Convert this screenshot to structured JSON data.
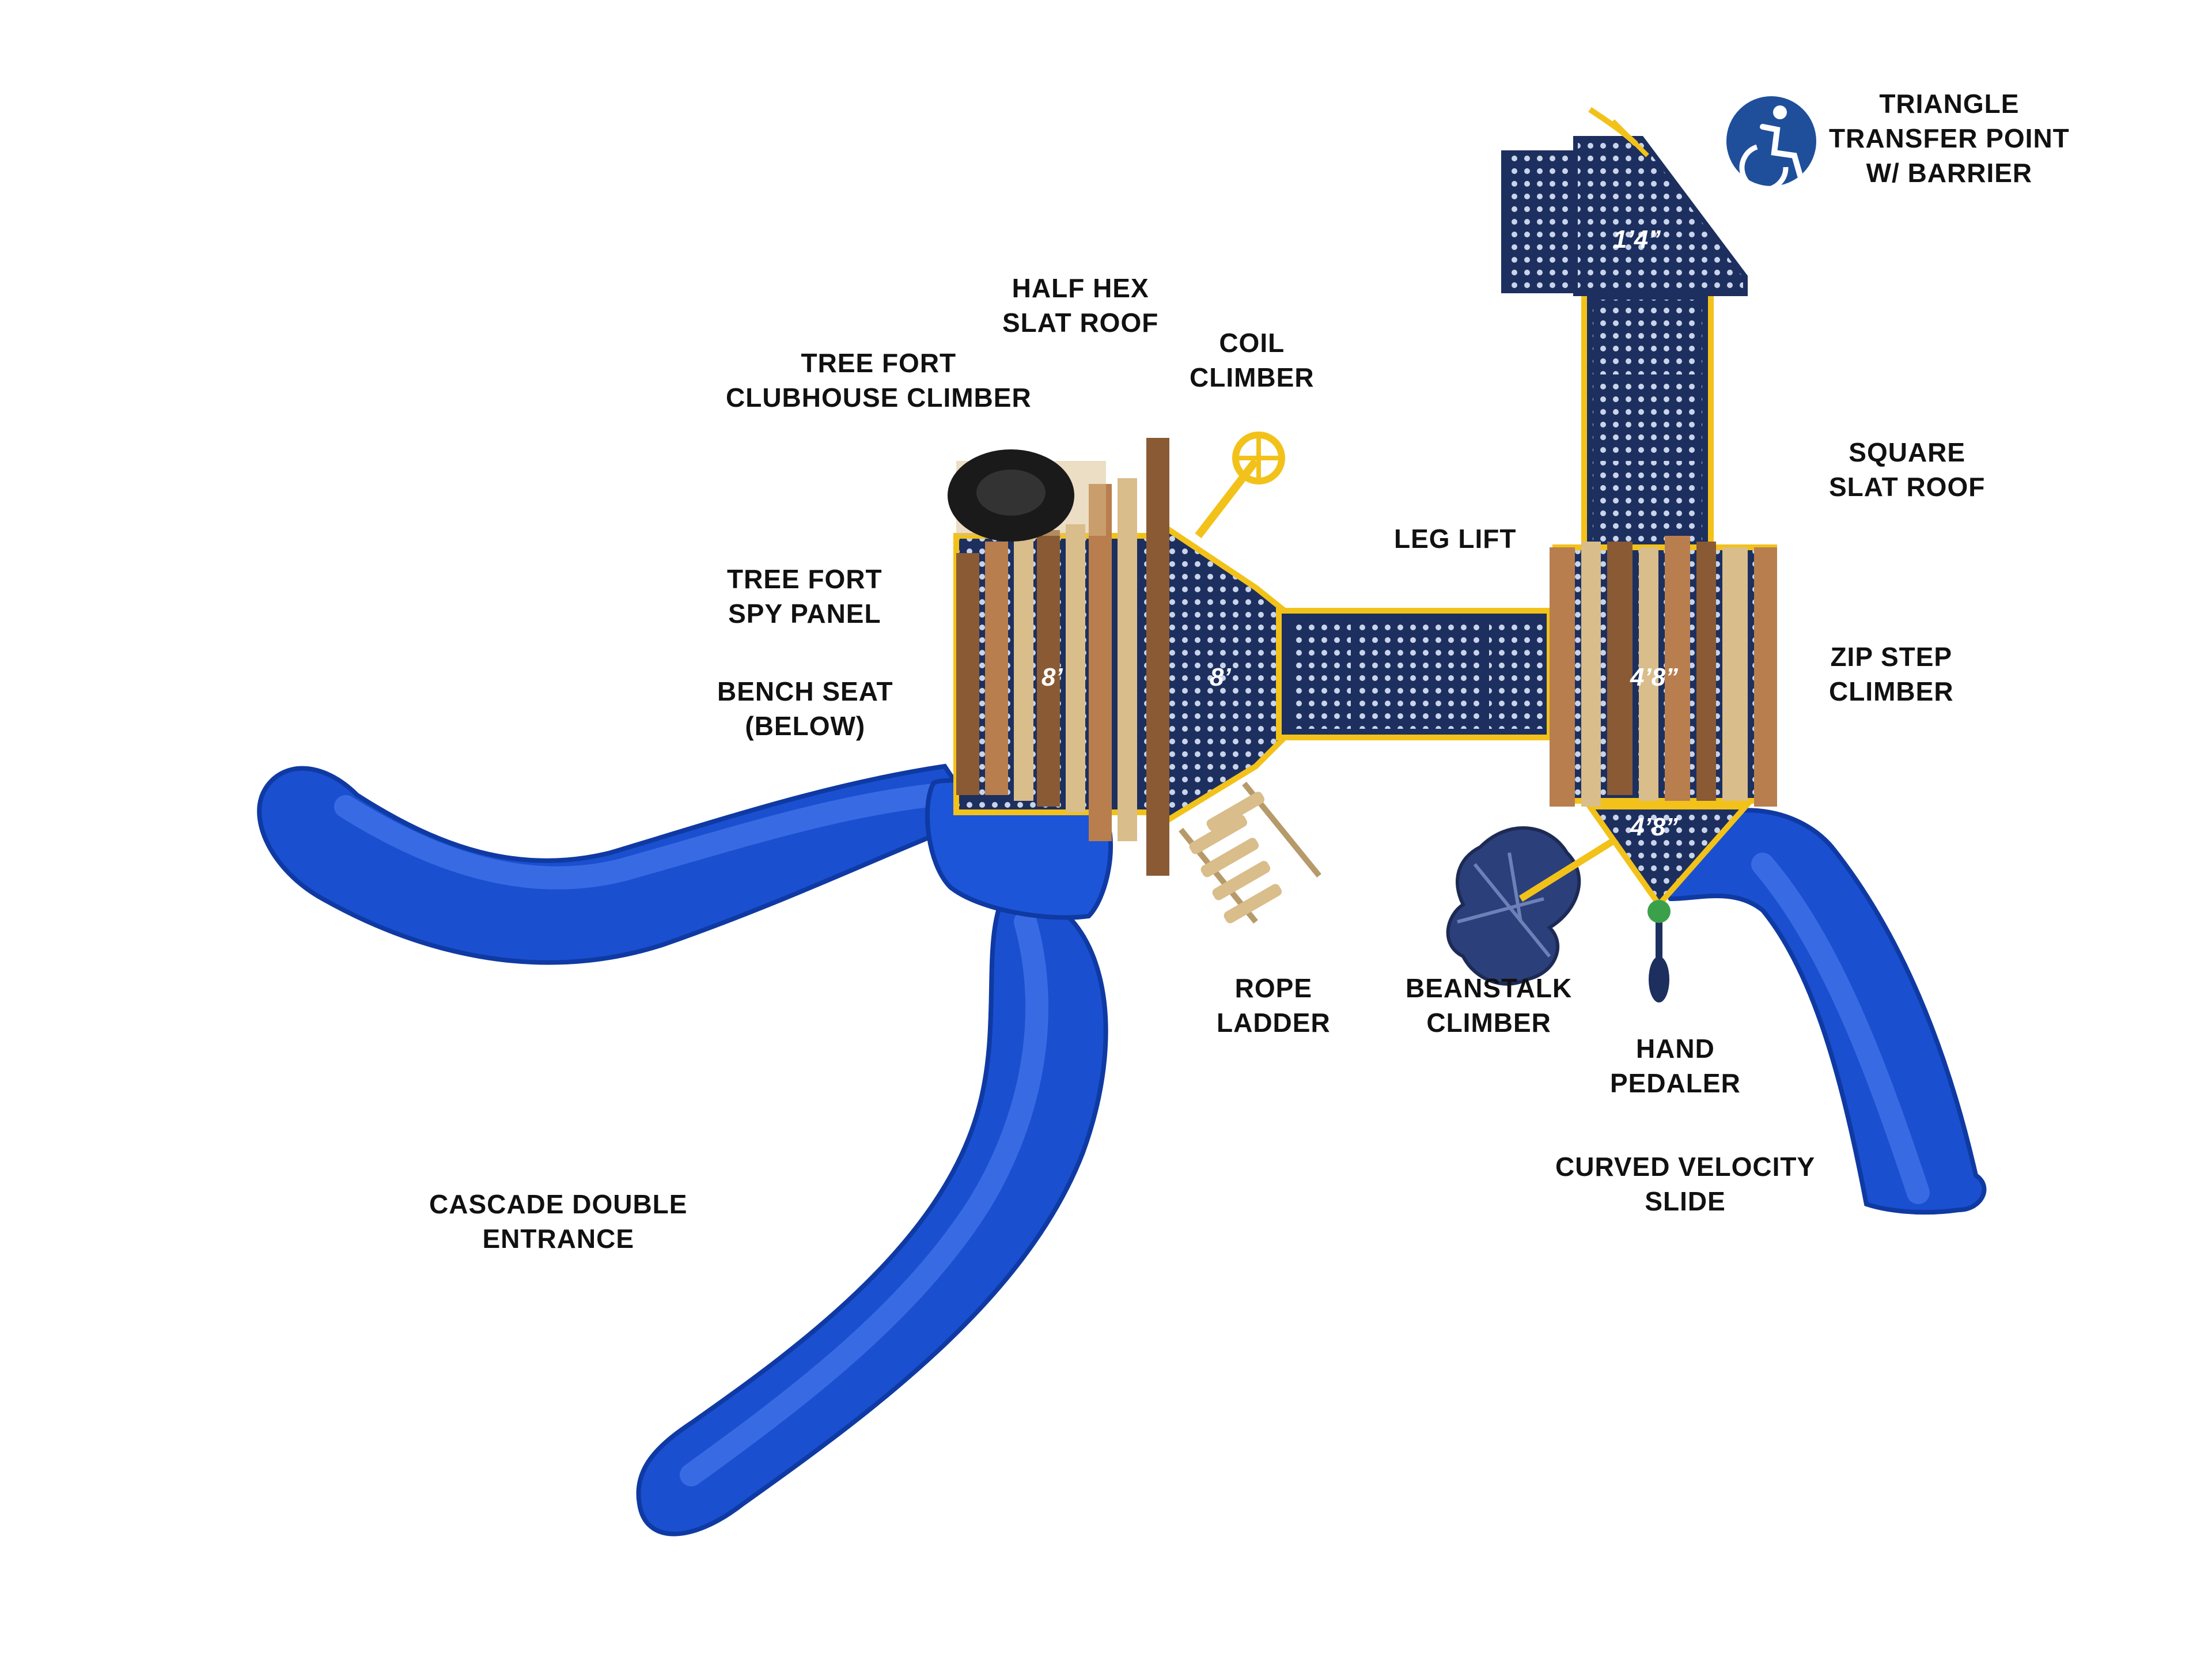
{
  "labels": {
    "half_hex_slat_roof": [
      "HALF HEX",
      "SLAT ROOF"
    ],
    "tree_fort_clubhouse_climber": [
      "TREE FORT",
      "CLUBHOUSE CLIMBER"
    ],
    "coil_climber": [
      "COIL",
      "CLIMBER"
    ],
    "tree_fort_spy_panel": [
      "TREE FORT",
      "SPY PANEL"
    ],
    "bench_seat": [
      "BENCH SEAT",
      "(BELOW)"
    ],
    "leg_lift": [
      "LEG LIFT"
    ],
    "square_slat_roof": [
      "SQUARE",
      "SLAT ROOF"
    ],
    "zip_step_climber": [
      "ZIP STEP",
      "CLIMBER"
    ],
    "triangle_transfer_point": [
      "TRIANGLE",
      "TRANSFER POINT",
      "W/ BARRIER"
    ],
    "rope_ladder": [
      "ROPE",
      "LADDER"
    ],
    "beanstalk_climber": [
      "BEANSTALK",
      "CLIMBER"
    ],
    "hand_pedaler": [
      "HAND",
      "PEDALER"
    ],
    "curved_velocity_slide": [
      "CURVED VELOCITY",
      "SLIDE"
    ],
    "cascade_double_entrance": [
      "CASCADE DOUBLE",
      "ENTRANCE"
    ]
  },
  "deck_heights": {
    "left_deck": "8’",
    "hex_deck": "8’",
    "square_deck": "4’8”",
    "triangle_deck": "4’8”",
    "transfer_deck": "1’4”"
  },
  "icons": {
    "accessibility": "wheelchair-accessibility-icon"
  },
  "colors": {
    "slide_blue": "#1a4fd0",
    "deck_navy": "#1c2f5e",
    "frame_yellow": "#f2c21a",
    "wood_dark": "#8a5a34",
    "wood_light": "#d9bd8a",
    "leaf_navy": "#2b3f7a",
    "icon_blue": "#1f4f9a"
  }
}
